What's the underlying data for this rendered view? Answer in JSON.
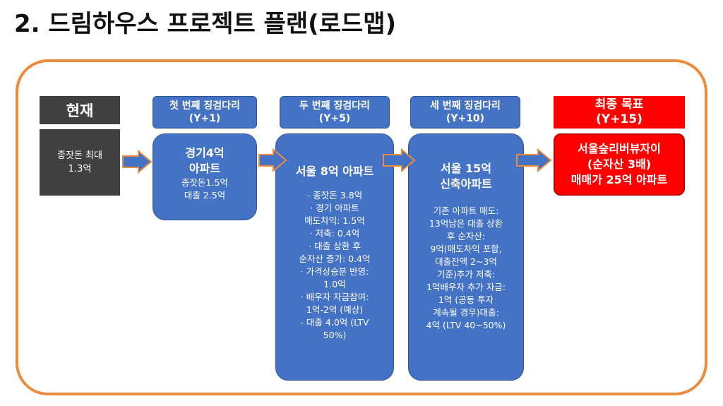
{
  "title": "2. 드림하우스 프로젝트 플랜(로드맵)",
  "colors": {
    "frame": "#ee8a3c",
    "blue": "#4472c4",
    "dark": "#404040",
    "red": "#ff0000"
  },
  "stages": {
    "current": {
      "header": "현재",
      "lines": [
        "종잣돈 최대",
        "1.3억"
      ]
    },
    "y1": {
      "header": [
        "첫 번째 징검다리",
        "(Y+1)"
      ],
      "title": [
        "경기4억",
        "아파트"
      ],
      "lines": [
        "종잣돈1.5억",
        "대출 2.5억"
      ]
    },
    "y5": {
      "header": [
        "두 번째 징검다리",
        "(Y+5)"
      ],
      "title": [
        "서울 8억 아파트"
      ],
      "lines": [
        "- 종잣돈 3.8억",
        "· 경기 아파트",
        "매도차익: 1.5억",
        "· 저축: 0.4억",
        "· 대출 상환 후",
        "순자산 증가: 0.4억",
        "· 가격상승분 반영:",
        "1.0억",
        "· 배우자 자금참여:",
        "1억-2억 (예상)",
        "- 대출 4.0억 (LTV",
        "50%)"
      ]
    },
    "y10": {
      "header": [
        "세 번째 징검다리",
        "(Y+10)"
      ],
      "title": [
        "서울 15억",
        "신축아파트"
      ],
      "lines": [
        "기존 아파트 매도:",
        "13억남은 대출 상환",
        "후 순자산:",
        "9억(매도차익 포함,",
        "대출잔액 2~3억",
        "기준)추가 저축:",
        "1억배우자 추가 자금:",
        "1억 (공동 투자",
        "계속될 경우)대출:",
        "4억 (LTV 40~50%)"
      ]
    },
    "goal": {
      "header": [
        "최종 목표",
        "(Y+15)"
      ],
      "lines": [
        "서울숲리버뷰자이",
        "(순자산 3배)",
        "매매가 25억 아파트"
      ]
    }
  }
}
